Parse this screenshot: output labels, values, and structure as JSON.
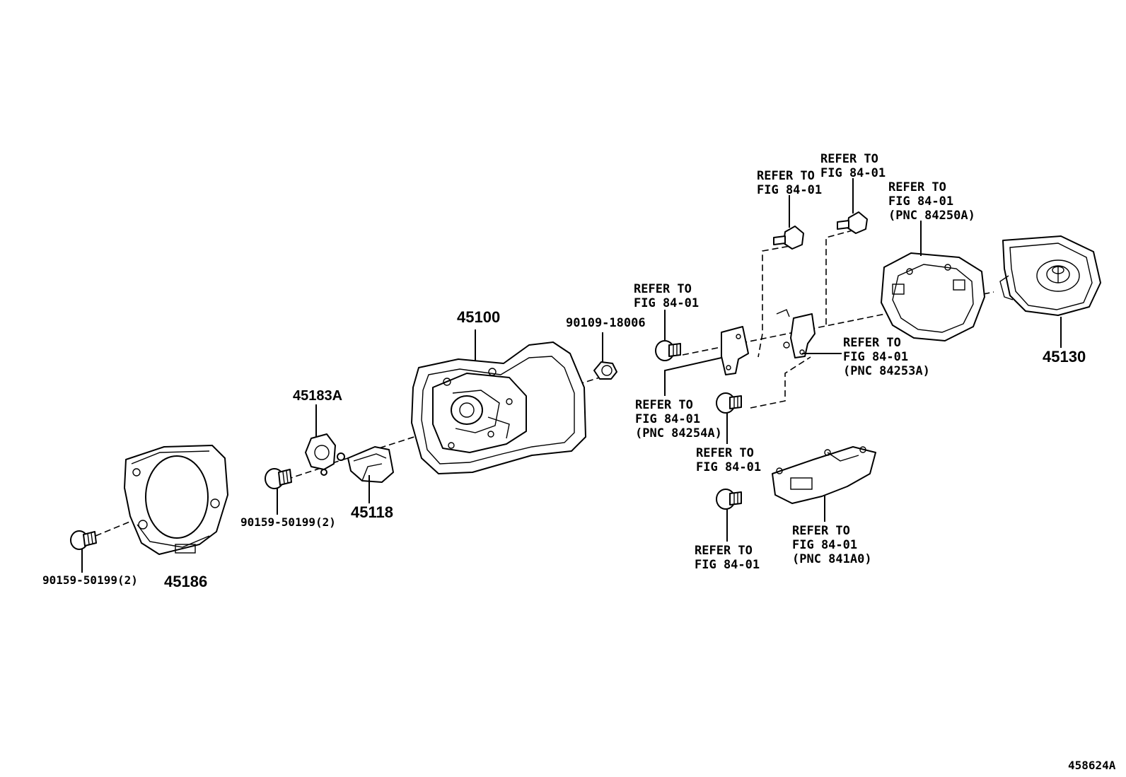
{
  "labels": {
    "p45100": "45100",
    "p45130": "45130",
    "p45183a": "45183A",
    "p45118": "45118",
    "p45186": "45186",
    "bolt_90109": "90109-18006",
    "screw_left": "90159-50199(2)",
    "screw_mid": "90159-50199(2)",
    "refer_top_a": [
      "REFER TO",
      "FIG 84-01"
    ],
    "refer_top_b": [
      "REFER TO",
      "FIG 84-01"
    ],
    "refer_84250a": [
      "REFER TO",
      "FIG 84-01",
      "(PNC 84250A)"
    ],
    "refer_mid": [
      "REFER TO",
      "FIG 84-01"
    ],
    "refer_84253a": [
      "REFER TO",
      "FIG 84-01",
      "(PNC 84253A)"
    ],
    "refer_84254a": [
      "REFER TO",
      "FIG 84-01",
      "(PNC 84254A)"
    ],
    "refer_lower": [
      "REFER TO",
      "FIG 84-01"
    ],
    "refer_841a0": [
      "REFER TO",
      "FIG 84-01",
      "(PNC 841A0)"
    ],
    "refer_bottom": [
      "REFER TO",
      "FIG 84-01"
    ],
    "figure_id": "458624A"
  }
}
